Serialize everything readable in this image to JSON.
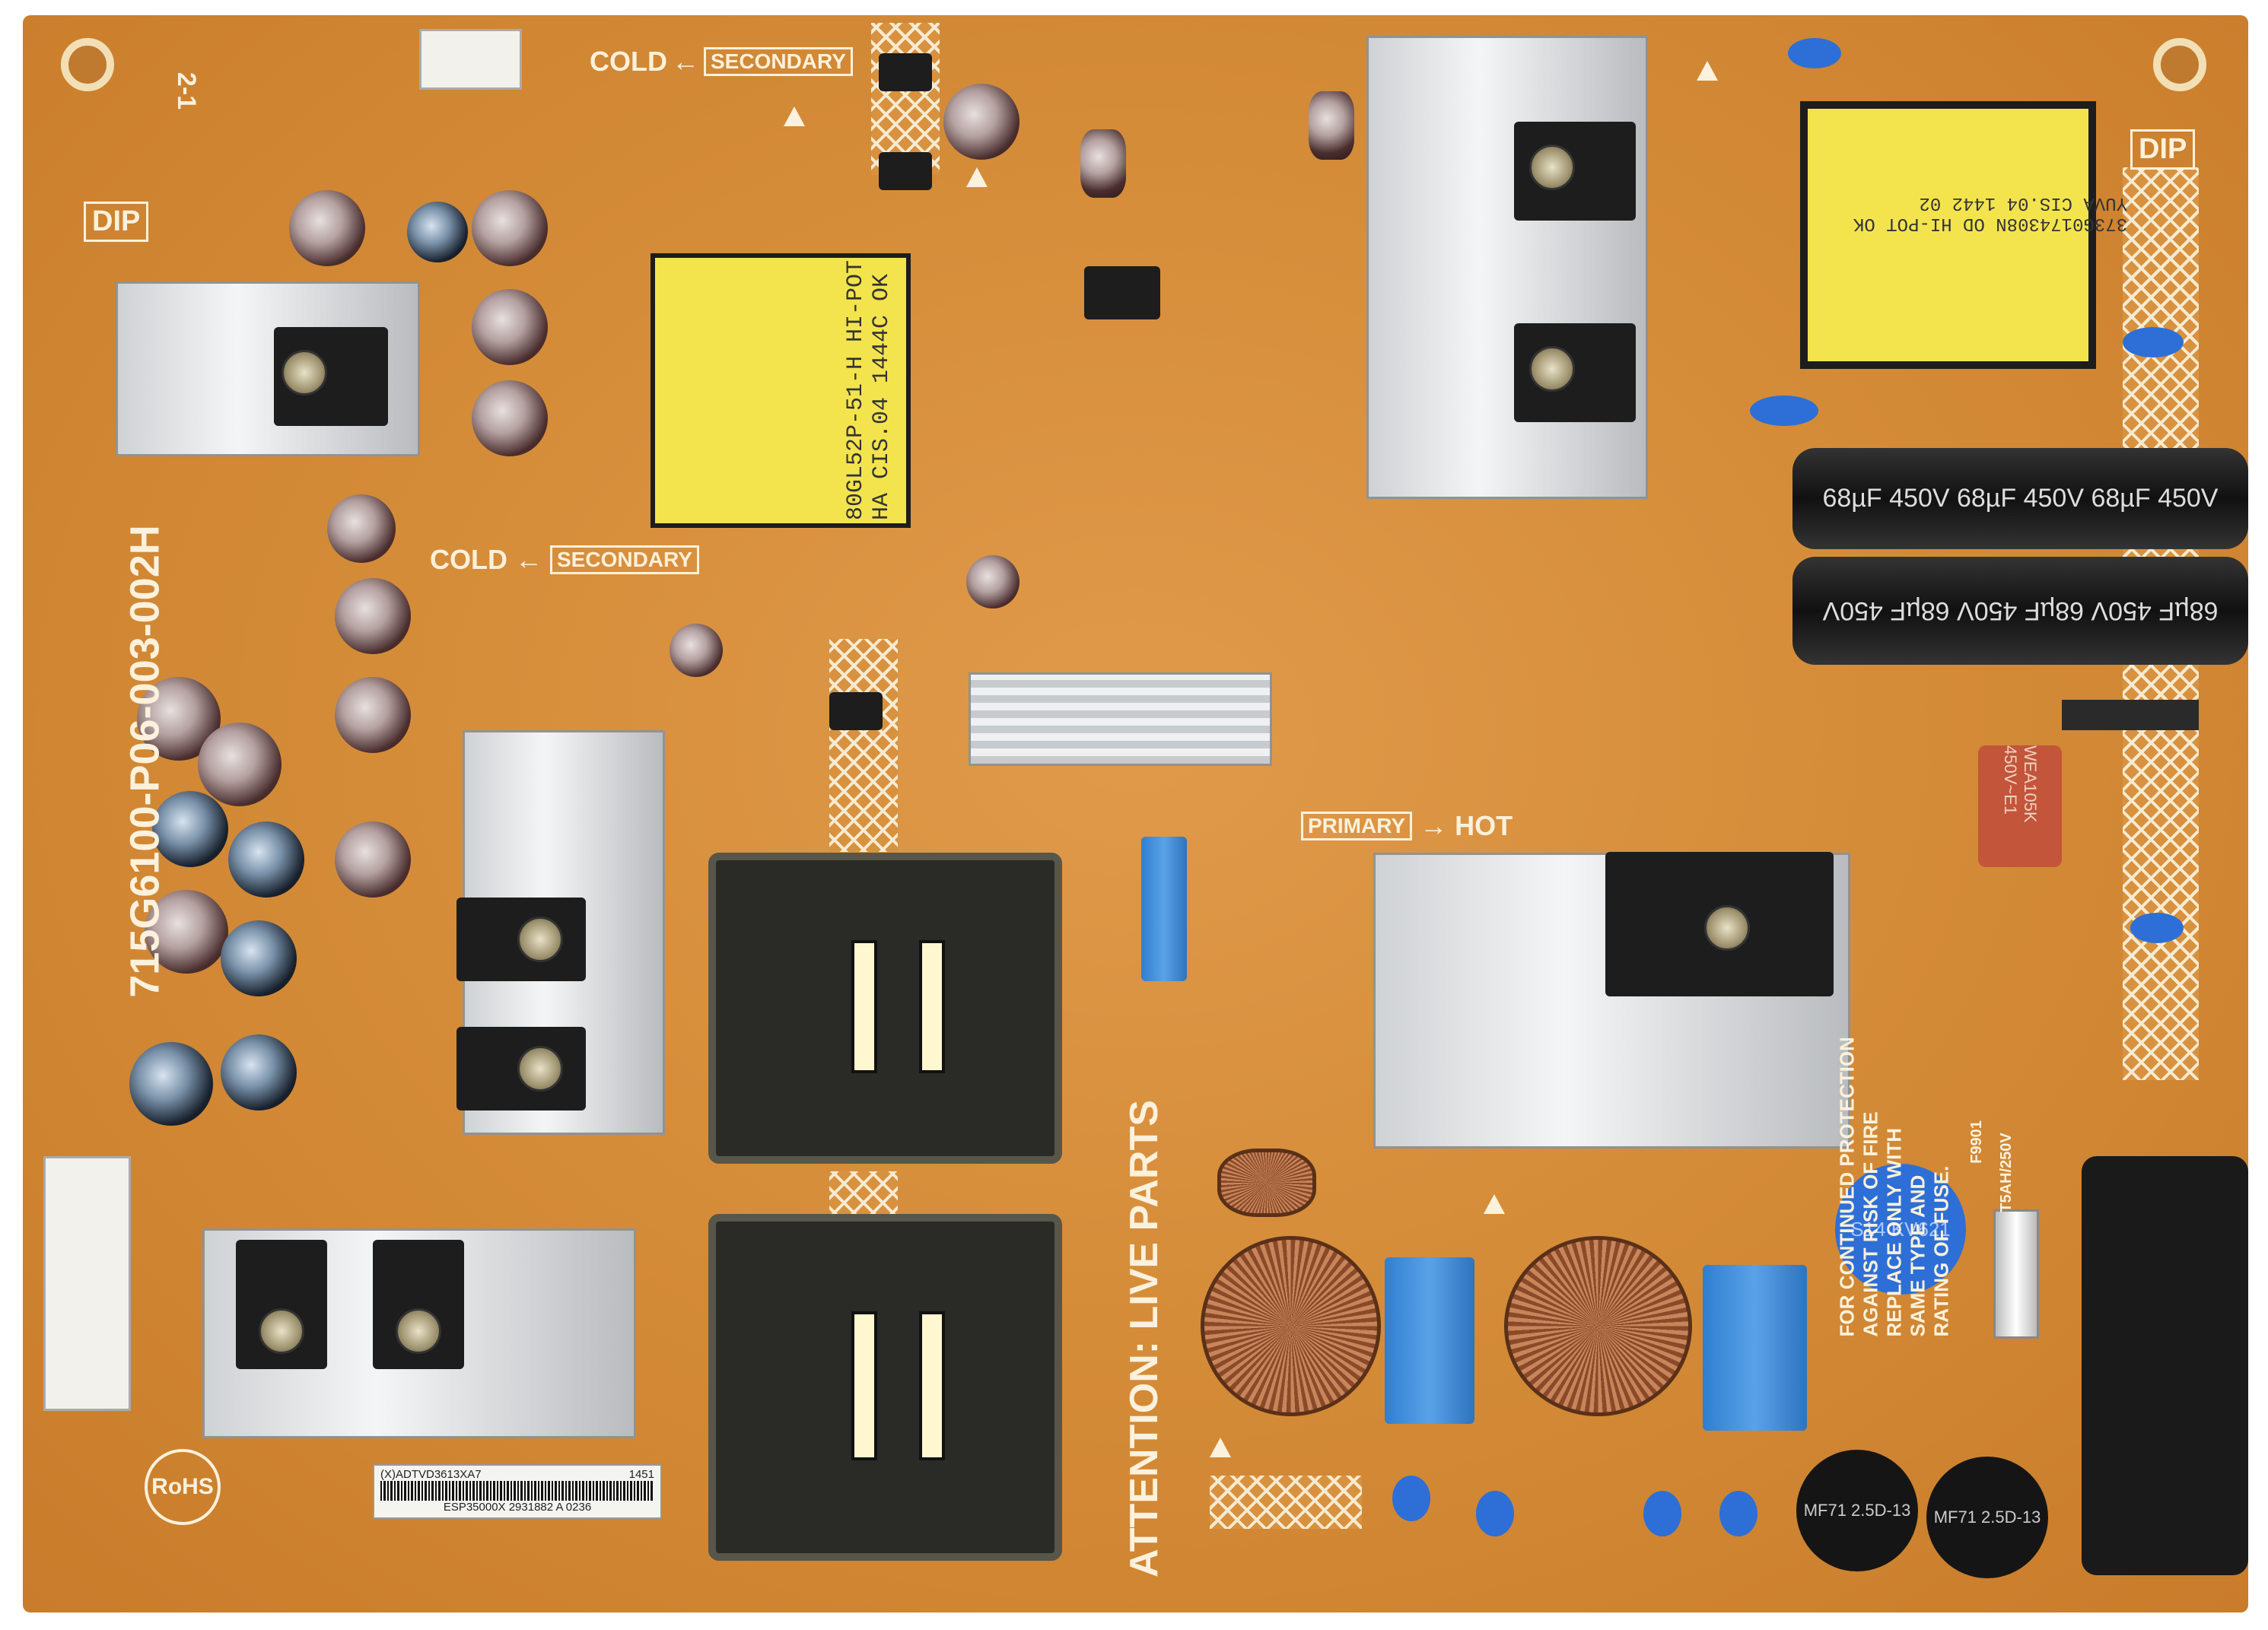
{
  "board": {
    "part_number": "715G6100-P06-003-002H",
    "warning": "ATTENTION: LIVE PARTS",
    "cold_label": "COLD",
    "secondary_label": "SECONDARY",
    "primary_label": "PRIMARY",
    "hot_label": "HOT",
    "dip_label": "DIP",
    "rohs_label": "RoHS",
    "version": "2-1",
    "fuse_warning": [
      "FOR CONTINUED PROTECTION",
      "AGAINST RISK OF FIRE",
      "REPLACE ONLY WITH",
      "SAME TYPE AND",
      "RATING OF FUSE."
    ],
    "fuse_rating": "T5AH/250V",
    "fuse_ref": "F9901"
  },
  "label": {
    "code": "(X)ADTVD3613XA7",
    "date": "1451",
    "serial": "ESP35000X 2931882 A 0236"
  },
  "transformer_left": {
    "lines": [
      "80GL52P-51-H  HI-POT",
      "HA CIS.04  1444C  OK"
    ]
  },
  "transformer_right": {
    "lines": [
      "373G0174308N  OD  HI-POT OK",
      "YUVA CIS.04 1442 02"
    ]
  },
  "bulk_cap": {
    "rating": "68µF 450V  68µF 450V  68µF 450V"
  },
  "film_cap": {
    "rating": "WEA105K 450V~E1"
  },
  "varistor": {
    "marking": "S14 KV621"
  },
  "ntc": {
    "marking": "MF71 2.5D-13"
  },
  "colors": {
    "board": "#d38a36",
    "silk": "#fbf1dc",
    "heatsink": "#e6e8ea"
  }
}
